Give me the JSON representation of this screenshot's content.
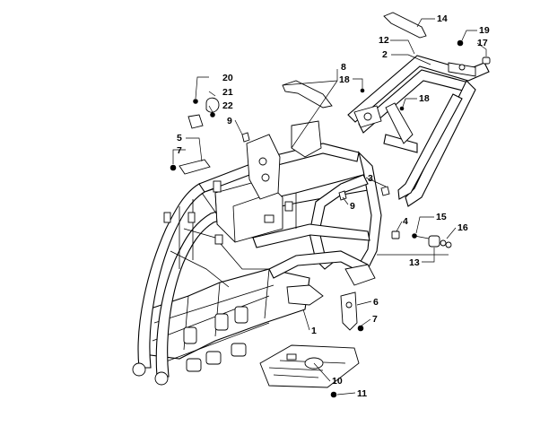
{
  "diagram": {
    "callouts": [
      "1",
      "2",
      "3",
      "4",
      "5",
      "6",
      "7",
      "7",
      "8",
      "9",
      "9",
      "10",
      "11",
      "12",
      "13",
      "14",
      "15",
      "16",
      "17",
      "18",
      "18",
      "19",
      "20",
      "21",
      "22"
    ]
  }
}
